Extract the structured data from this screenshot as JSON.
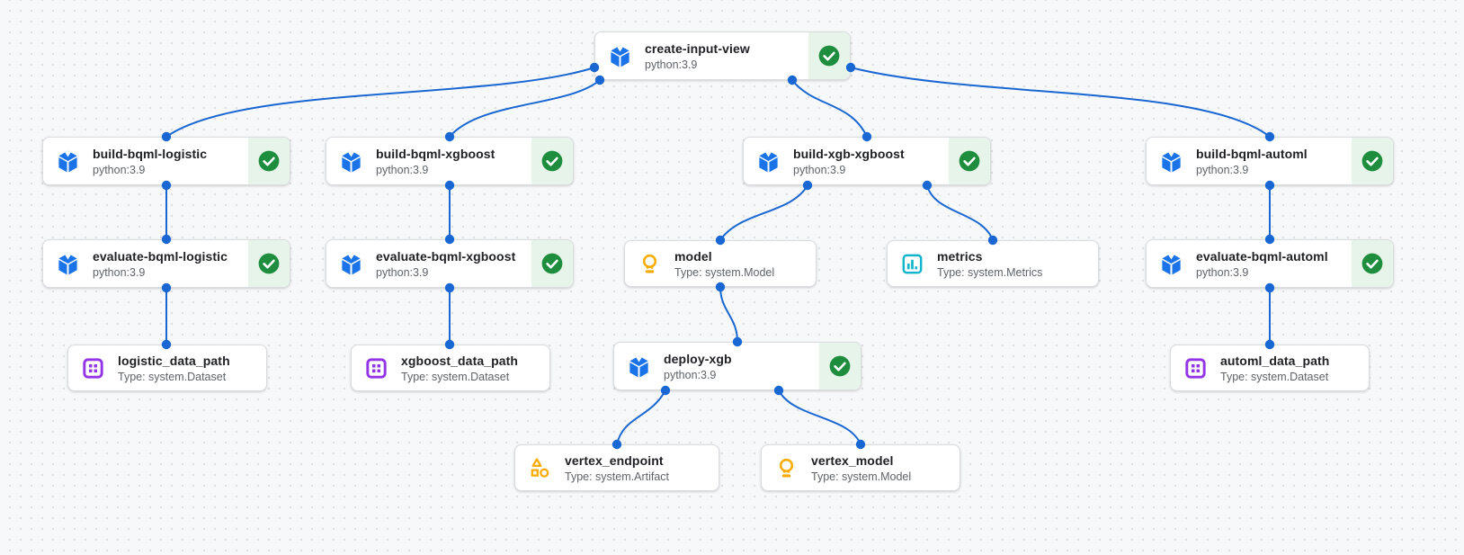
{
  "pipeline": {
    "nodes": [
      {
        "id": "create-input-view",
        "title": "create-input-view",
        "subtitle": "python:3.9",
        "kind": "task",
        "icon": "component-cube",
        "status": "succeeded"
      },
      {
        "id": "build-bqml-logistic",
        "title": "build-bqml-logistic",
        "subtitle": "python:3.9",
        "kind": "task",
        "icon": "component-cube",
        "status": "succeeded"
      },
      {
        "id": "build-bqml-xgboost",
        "title": "build-bqml-xgboost",
        "subtitle": "python:3.9",
        "kind": "task",
        "icon": "component-cube",
        "status": "succeeded"
      },
      {
        "id": "build-xgb-xgboost",
        "title": "build-xgb-xgboost",
        "subtitle": "python:3.9",
        "kind": "task",
        "icon": "component-cube",
        "status": "succeeded"
      },
      {
        "id": "build-bqml-automl",
        "title": "build-bqml-automl",
        "subtitle": "python:3.9",
        "kind": "task",
        "icon": "component-cube",
        "status": "succeeded"
      },
      {
        "id": "evaluate-bqml-logistic",
        "title": "evaluate-bqml-logistic",
        "subtitle": "python:3.9",
        "kind": "task",
        "icon": "component-cube",
        "status": "succeeded"
      },
      {
        "id": "evaluate-bqml-xgboost",
        "title": "evaluate-bqml-xgboost",
        "subtitle": "python:3.9",
        "kind": "task",
        "icon": "component-cube",
        "status": "succeeded"
      },
      {
        "id": "model",
        "title": "model",
        "subtitle": "Type: system.Model",
        "kind": "artifact",
        "icon": "model-lightbulb"
      },
      {
        "id": "metrics",
        "title": "metrics",
        "subtitle": "Type: system.Metrics",
        "kind": "artifact",
        "icon": "metrics-chart"
      },
      {
        "id": "evaluate-bqml-automl",
        "title": "evaluate-bqml-automl",
        "subtitle": "python:3.9",
        "kind": "task",
        "icon": "component-cube",
        "status": "succeeded"
      },
      {
        "id": "logistic_data_path",
        "title": "logistic_data_path",
        "subtitle": "Type: system.Dataset",
        "kind": "artifact",
        "icon": "dataset-grid"
      },
      {
        "id": "xgboost_data_path",
        "title": "xgboost_data_path",
        "subtitle": "Type: system.Dataset",
        "kind": "artifact",
        "icon": "dataset-grid"
      },
      {
        "id": "deploy-xgb",
        "title": "deploy-xgb",
        "subtitle": "python:3.9",
        "kind": "task",
        "icon": "component-cube",
        "status": "succeeded"
      },
      {
        "id": "automl_data_path",
        "title": "automl_data_path",
        "subtitle": "Type: system.Dataset",
        "kind": "artifact",
        "icon": "dataset-grid"
      },
      {
        "id": "vertex_endpoint",
        "title": "vertex_endpoint",
        "subtitle": "Type: system.Artifact",
        "kind": "artifact",
        "icon": "artifact-shapes"
      },
      {
        "id": "vertex_model",
        "title": "vertex_model",
        "subtitle": "Type: system.Model",
        "kind": "artifact",
        "icon": "model-lightbulb"
      }
    ],
    "edges": [
      {
        "from": "create-input-view",
        "to": "build-bqml-logistic"
      },
      {
        "from": "create-input-view",
        "to": "build-bqml-xgboost"
      },
      {
        "from": "create-input-view",
        "to": "build-xgb-xgboost"
      },
      {
        "from": "create-input-view",
        "to": "build-bqml-automl"
      },
      {
        "from": "build-bqml-logistic",
        "to": "evaluate-bqml-logistic"
      },
      {
        "from": "evaluate-bqml-logistic",
        "to": "logistic_data_path"
      },
      {
        "from": "build-bqml-xgboost",
        "to": "evaluate-bqml-xgboost"
      },
      {
        "from": "evaluate-bqml-xgboost",
        "to": "xgboost_data_path"
      },
      {
        "from": "build-xgb-xgboost",
        "to": "model"
      },
      {
        "from": "build-xgb-xgboost",
        "to": "metrics"
      },
      {
        "from": "model",
        "to": "deploy-xgb"
      },
      {
        "from": "deploy-xgb",
        "to": "vertex_endpoint"
      },
      {
        "from": "deploy-xgb",
        "to": "vertex_model"
      },
      {
        "from": "build-bqml-automl",
        "to": "evaluate-bqml-automl"
      },
      {
        "from": "evaluate-bqml-automl",
        "to": "automl_data_path"
      }
    ]
  },
  "colors": {
    "edge": "#1967d2",
    "task_icon": "#1a73e8",
    "status_background": "#e6f4ea",
    "status_check": "#1e8e3e",
    "dataset_icon": "#9334e6",
    "model_icon": "#f9ab00",
    "metrics_icon": "#12b5cb",
    "artifact_icon": "#f9ab00",
    "card_border": "#dadce0",
    "title_text": "#202124",
    "subtitle_text": "#5f6368",
    "canvas_background": "#f7f8f9",
    "canvas_dot": "#dcdee2"
  }
}
